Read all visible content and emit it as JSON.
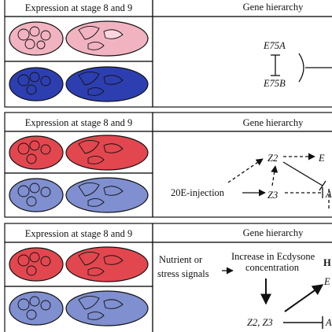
{
  "panels": [
    {
      "expression_header": "Expression at stage 8 and 9",
      "hierarchy_header": "Gene hierarchy",
      "top_color": "#f2b3c0",
      "bottom_color": "#2d3fb0",
      "genes": {
        "a": "E75A",
        "b": "E75B"
      }
    },
    {
      "expression_header": "Expression at stage 8 and 9",
      "hierarchy_header": "Gene hierarchy",
      "top_color": "#e2474f",
      "bottom_color": "#7f8fcf",
      "genes": {
        "z2": "Z2",
        "z3": "Z3",
        "injection": "20E-injection",
        "cut1": "E",
        "cut2": "A"
      }
    },
    {
      "expression_header": "Expression at stage 8 and 9",
      "hierarchy_header": "Gene hierarchy",
      "top_color": "#e2474f",
      "bottom_color": "#7f8fcf",
      "genes": {
        "nutrient_line1": "Nutrient or",
        "nutrient_line2": "stress signals",
        "ecd_line1": "Increase in Ecdysone",
        "ecd_line2": "concentration",
        "z2z3": "Z2, Z3",
        "cut_h": "H",
        "cut_e": "E",
        "cut_a": "A"
      }
    }
  ]
}
